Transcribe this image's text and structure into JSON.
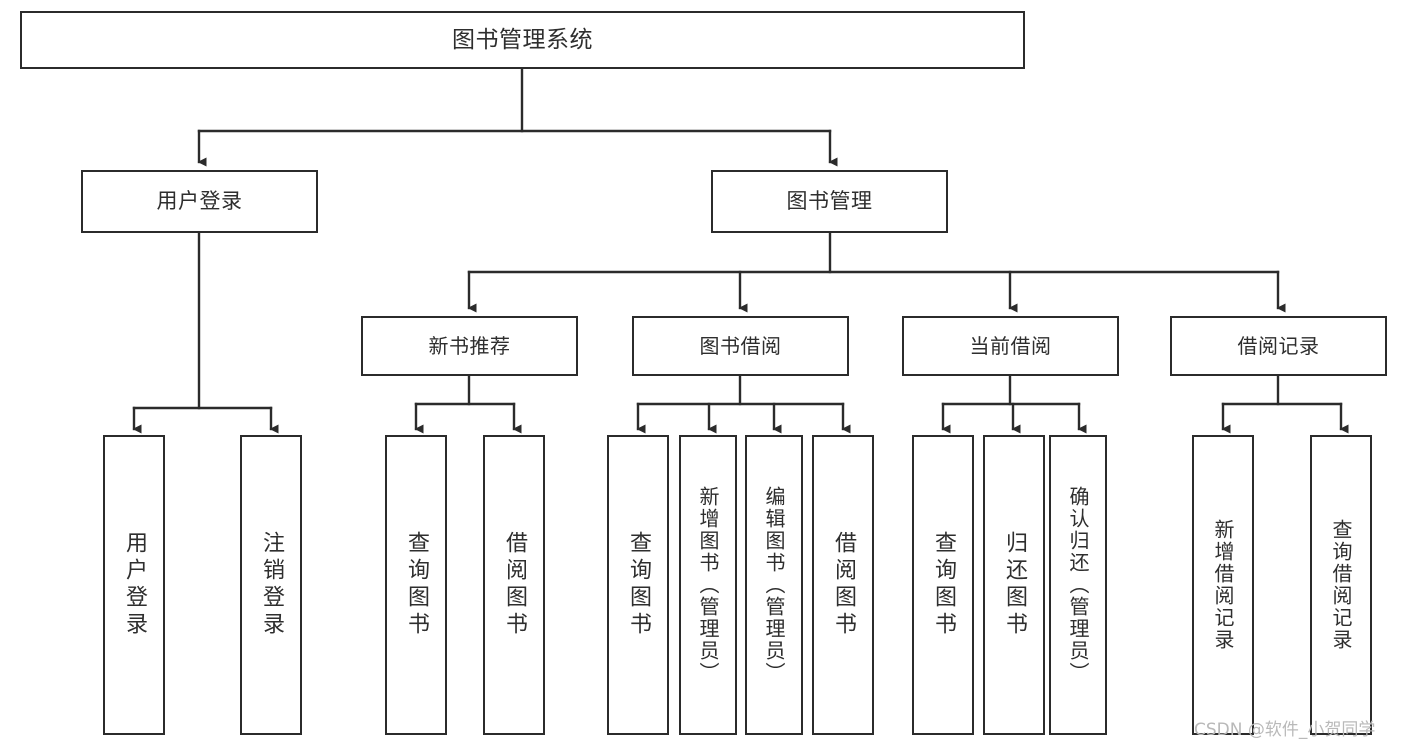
{
  "diagram": {
    "type": "tree",
    "title": "图书管理系统",
    "orientation": "top-down",
    "colors": {
      "box_border": "#2b2b2b",
      "box_fill": "#ffffff",
      "text": "#2e2e2e",
      "edge": "#2b2b2b",
      "watermark": "#b9b9b9",
      "background": "#ffffff"
    }
  },
  "root": {
    "label": "图书管理系统"
  },
  "level1": [
    {
      "label": "用户登录"
    },
    {
      "label": "图书管理"
    }
  ],
  "level2": [
    {
      "label": "新书推荐"
    },
    {
      "label": "图书借阅"
    },
    {
      "label": "当前借阅"
    },
    {
      "label": "借阅记录"
    }
  ],
  "leaves": {
    "user_login": [
      {
        "label": "用户登录"
      },
      {
        "label": "注销登录"
      }
    ],
    "new_book": [
      {
        "label": "查询图书"
      },
      {
        "label": "借阅图书"
      }
    ],
    "borrow_book": [
      {
        "label": "查询图书"
      },
      {
        "label": "新增图书（管理员）"
      },
      {
        "label": "编辑图书（管理员）"
      },
      {
        "label": "借阅图书"
      }
    ],
    "current_borrow": [
      {
        "label": "查询图书"
      },
      {
        "label": "归还图书"
      },
      {
        "label": "确认归还（管理员）"
      }
    ],
    "borrow_record": [
      {
        "label": "新增借阅记录"
      },
      {
        "label": "查询借阅记录"
      }
    ]
  },
  "watermark": {
    "text": "CSDN @软件_小贺同学"
  }
}
